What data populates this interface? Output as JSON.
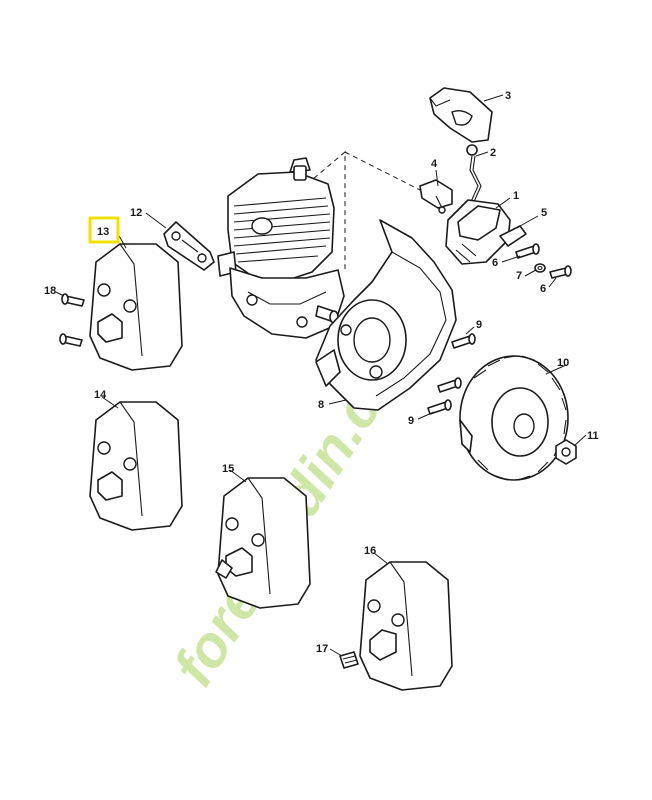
{
  "watermark": {
    "part1": "fore",
    "part2": "t",
    "part3": "jardin.com",
    "color_green": "#cfe7a6",
    "color_orange": "#f7c58a"
  },
  "highlight_color": "#f2e000",
  "labels": {
    "p1": "1",
    "p2": "2",
    "p3": "3",
    "p4": "4",
    "p5": "5",
    "p6a": "6",
    "p6b": "6",
    "p7": "7",
    "p8": "8",
    "p9a": "9",
    "p9b": "9",
    "p10": "10",
    "p11": "11",
    "p12": "12",
    "p13": "13",
    "p14": "14",
    "p15": "15",
    "p16": "16",
    "p17": "17",
    "p18": "18"
  }
}
